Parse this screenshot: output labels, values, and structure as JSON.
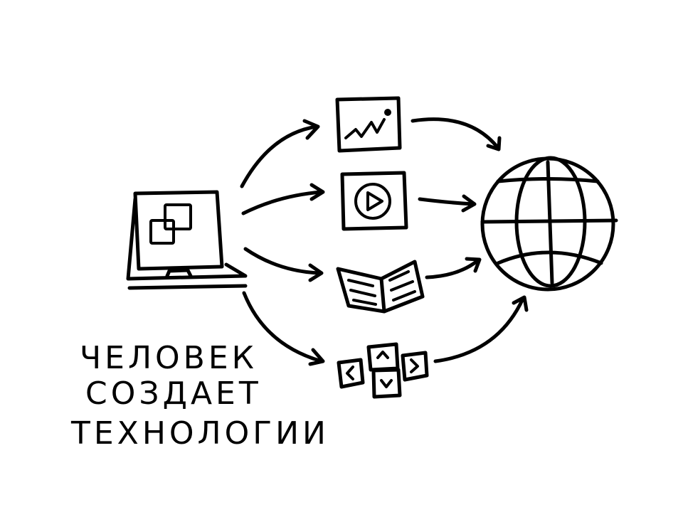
{
  "caption": {
    "lines": [
      "ЧЕЛОВЕК",
      "СОЗДАЕТ",
      "ТЕХНОЛОГИИ"
    ]
  },
  "colors": {
    "ink": "#000000",
    "background": "#ffffff"
  },
  "nodes": {
    "source": "laptop-icon",
    "media": [
      "image-icon",
      "video-play-icon",
      "open-book-icon",
      "app-tiles-icon"
    ],
    "target": "globe-icon"
  }
}
